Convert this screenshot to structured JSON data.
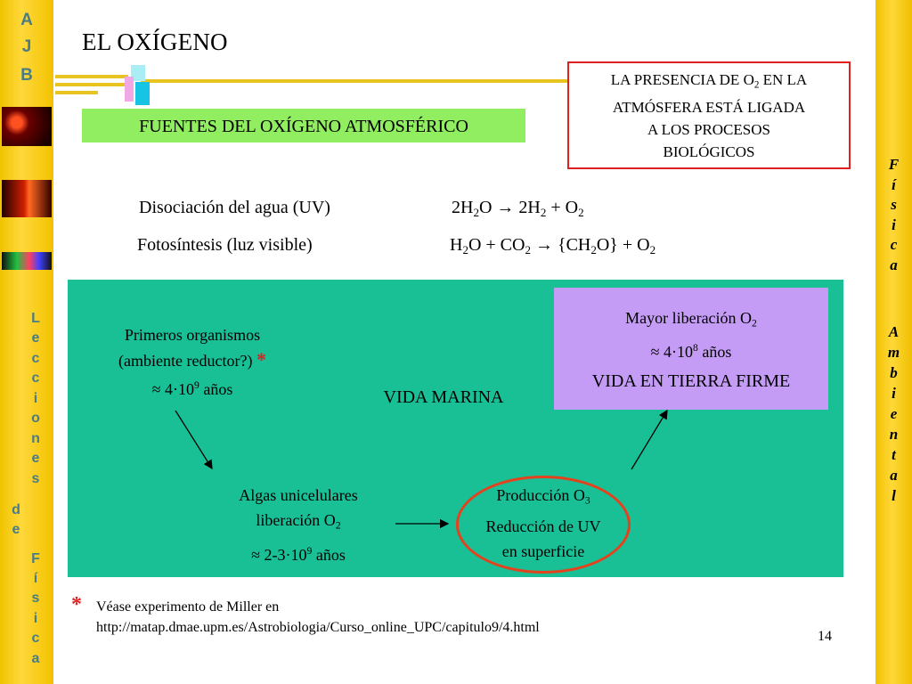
{
  "sidebar_left": {
    "logo_letters": [
      "A",
      "J",
      "B"
    ],
    "vertical_text_1": [
      "L",
      "e",
      "c",
      "c",
      "i",
      "o",
      "n",
      "e",
      "s"
    ],
    "vertical_text_2": [
      "d",
      "e"
    ],
    "vertical_text_3": [
      "F",
      "í",
      "s",
      "i",
      "c",
      "a"
    ]
  },
  "sidebar_right": {
    "vertical_text_1": [
      "F",
      "í",
      "s",
      "i",
      "c",
      "a"
    ],
    "vertical_text_2": [
      "A",
      "m",
      "b",
      "i",
      "e",
      "n",
      "t",
      "a",
      "l"
    ]
  },
  "slide": {
    "title": "EL OXÍGENO",
    "subtitle": "FUENTES DEL OXÍGENO ATMOSFÉRICO",
    "note_box": {
      "line1_pre": "LA PRESENCIA DE O",
      "line1_sub": "2",
      "line1_post": " EN LA",
      "line2": "ATMÓSFERA ESTÁ LIGADA",
      "line3": "A LOS PROCESOS",
      "line4": "BIOLÓGICOS"
    },
    "reaction1": {
      "label": "Disociación del agua (UV)",
      "a": "2H",
      "a_sub": "2",
      "b": "O ",
      "arrow": "→",
      "c": " 2H",
      "c_sub": "2",
      "d": " + O",
      "d_sub": "2"
    },
    "reaction2": {
      "label": "Fotosíntesis (luz visible)",
      "a": "H",
      "a_sub": "2",
      "b": "O + CO",
      "b_sub": "2",
      "arrow": "→",
      "c": " {CH",
      "c_sub": "2",
      "d": "O} + O",
      "d_sub": "2"
    },
    "diagram": {
      "first_line1": "Primeros organismos",
      "first_line2": "(ambiente reductor?)",
      "star": "*",
      "first_line3_pre": "≈ 4·10",
      "first_line3_sup": "9",
      "first_line3_post": " años",
      "marine": "VIDA MARINA",
      "algae_line1": "Algas unicelulares",
      "algae_line2_pre": "liberación O",
      "algae_line2_sub": "2",
      "algae_line3_pre": "≈ 2-3·10",
      "algae_line3_sup": "9",
      "algae_line3_post": " años",
      "ozone_line1_pre": "Producción O",
      "ozone_line1_sub": "3",
      "ozone_line2": "Reducción de UV",
      "ozone_line3": "en superficie",
      "land_line1_pre": "Mayor liberación O",
      "land_line1_sub": "2",
      "land_line2_pre": "≈ 4·10",
      "land_line2_sup": "8",
      "land_line2_post": " años",
      "land_line3": "VIDA EN TIERRA FIRME"
    },
    "footnote": {
      "star": "*",
      "line1": "Véase experimento de Miller en",
      "line2": "http://matap.dmae.upm.es/Astrobiologia/Curso_online_UPC/capitulo9/4.html"
    },
    "page_number": "14"
  },
  "colors": {
    "sidebar": "#f5c800",
    "teal": "#19c096",
    "lilac": "#c49cf6",
    "green_label": "#90ee60",
    "red": "#e02020"
  }
}
